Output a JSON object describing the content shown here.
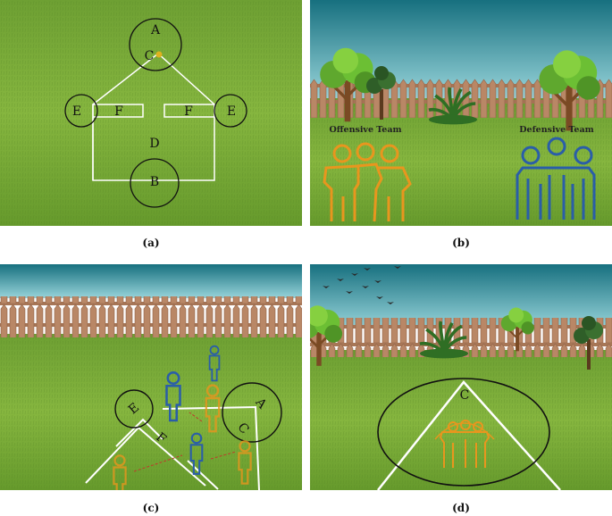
{
  "panels": {
    "a": {
      "caption": "(a)",
      "labels": {
        "A": "A",
        "B": "B",
        "C": "C",
        "D": "D",
        "E_left": "E",
        "E_right": "E",
        "F_left": "F",
        "F_right": "F"
      }
    },
    "b": {
      "caption": "(b)",
      "offensive_team": "Offensive Team",
      "defensive_team": "Defensive Team"
    },
    "c": {
      "caption": "(c)",
      "labels": {
        "A": "A",
        "C": "C",
        "E": "E",
        "F": "F"
      }
    },
    "d": {
      "caption": "(d)",
      "labels": {
        "C": "C"
      }
    }
  },
  "colors": {
    "grass_light": "#7fae3a",
    "grass_dark": "#5e8f28",
    "sky_top": "#1a7a8c",
    "sky_bottom": "#8fd0d8",
    "fence": "#b98766",
    "offense": "#e8961e",
    "defense": "#2a5ea8",
    "field_line": "#ffffff",
    "circle": "#111111"
  },
  "icons": [
    "tree-icon",
    "bush-icon",
    "offense-team-icon",
    "defense-team-icon",
    "player-icon",
    "bird-icon"
  ]
}
